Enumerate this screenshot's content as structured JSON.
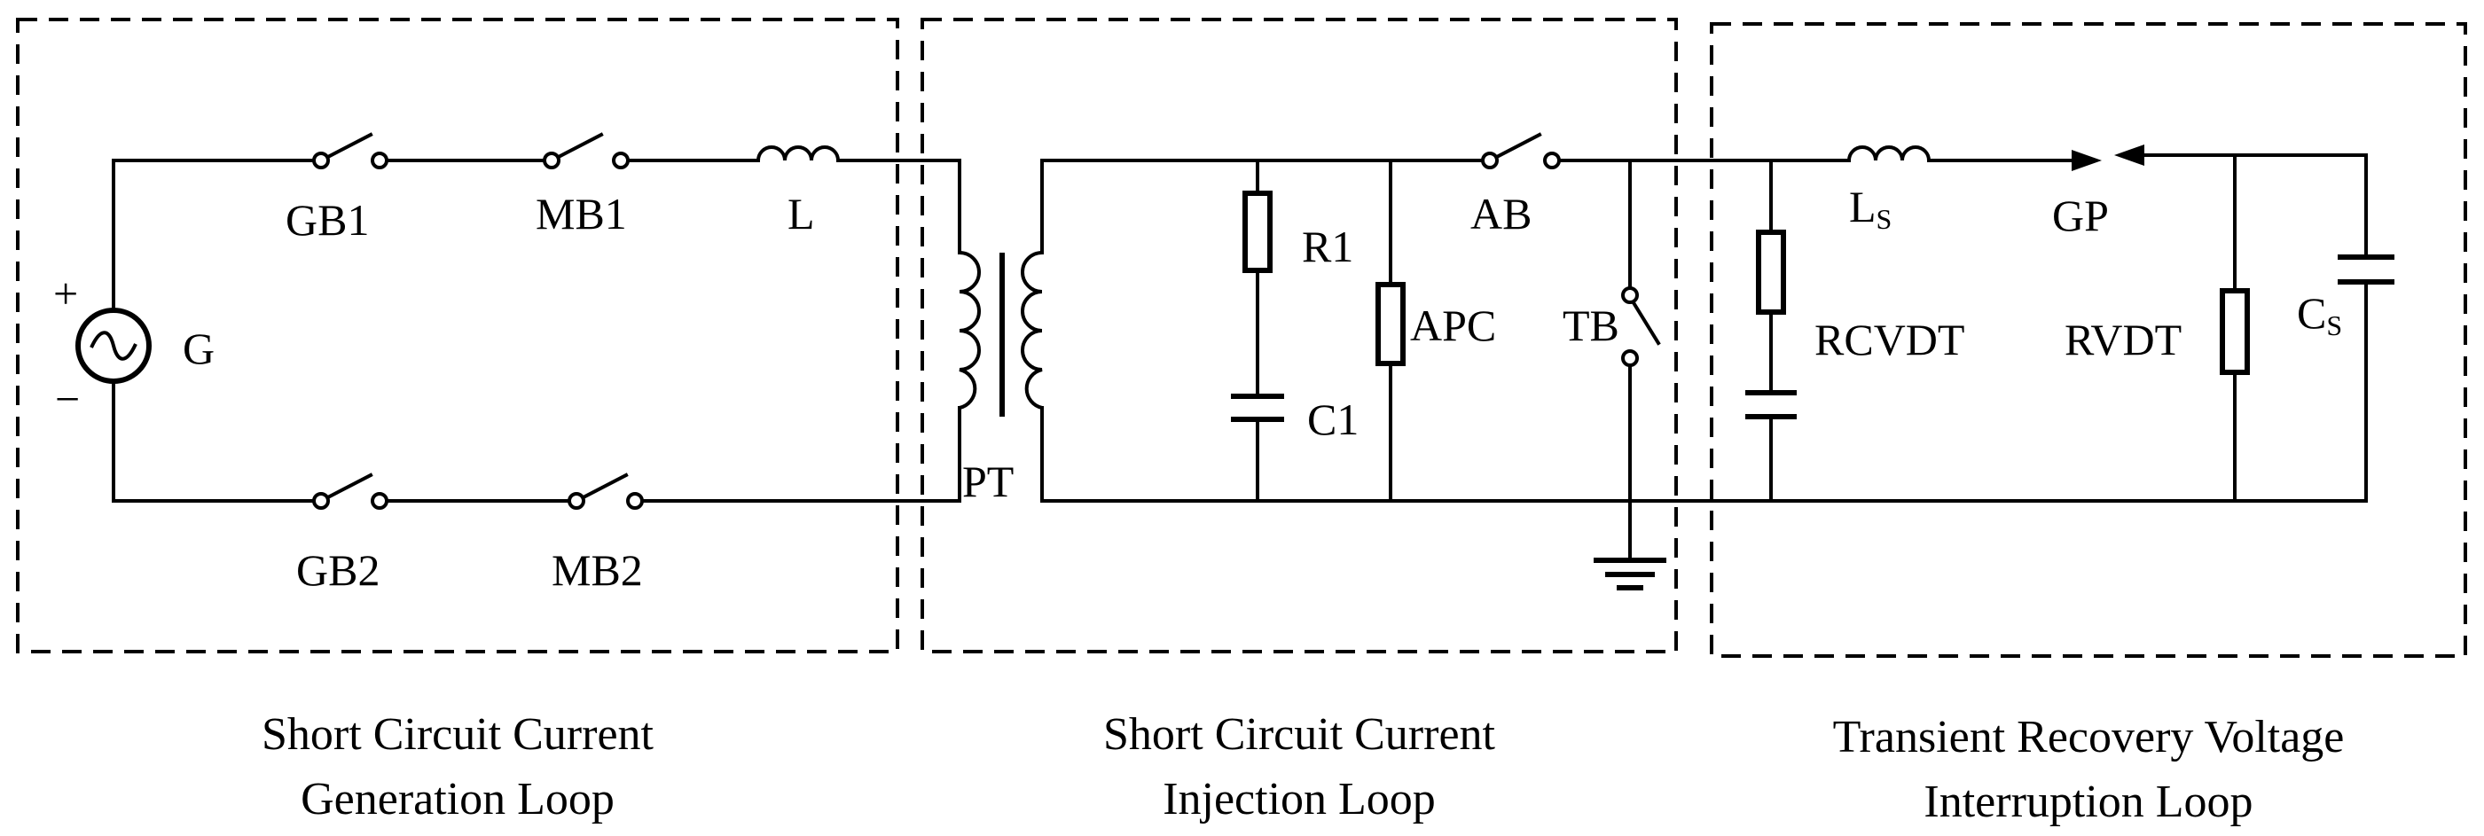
{
  "labels": {
    "G": "G",
    "plus": "+",
    "minus": "−",
    "GB1": "GB1",
    "GB2": "GB2",
    "MB1": "MB1",
    "MB2": "MB2",
    "L": "L",
    "PT": "PT",
    "R1": "R1",
    "C1": "C1",
    "APC": "APC",
    "AB": "AB",
    "TB": "TB",
    "LS": "L",
    "LS_sub": "S",
    "GP": "GP",
    "RCVDT": "RCVDT",
    "RVDT": "RVDT",
    "CS": "C",
    "CS_sub": "S"
  },
  "loops": [
    {
      "line1": "Short Circuit Current",
      "line2": "Generation Loop"
    },
    {
      "line1": "Short Circuit Current",
      "line2": "Injection Loop"
    },
    {
      "line1": "Transient Recovery Voltage",
      "line2": "Interruption Loop"
    }
  ]
}
